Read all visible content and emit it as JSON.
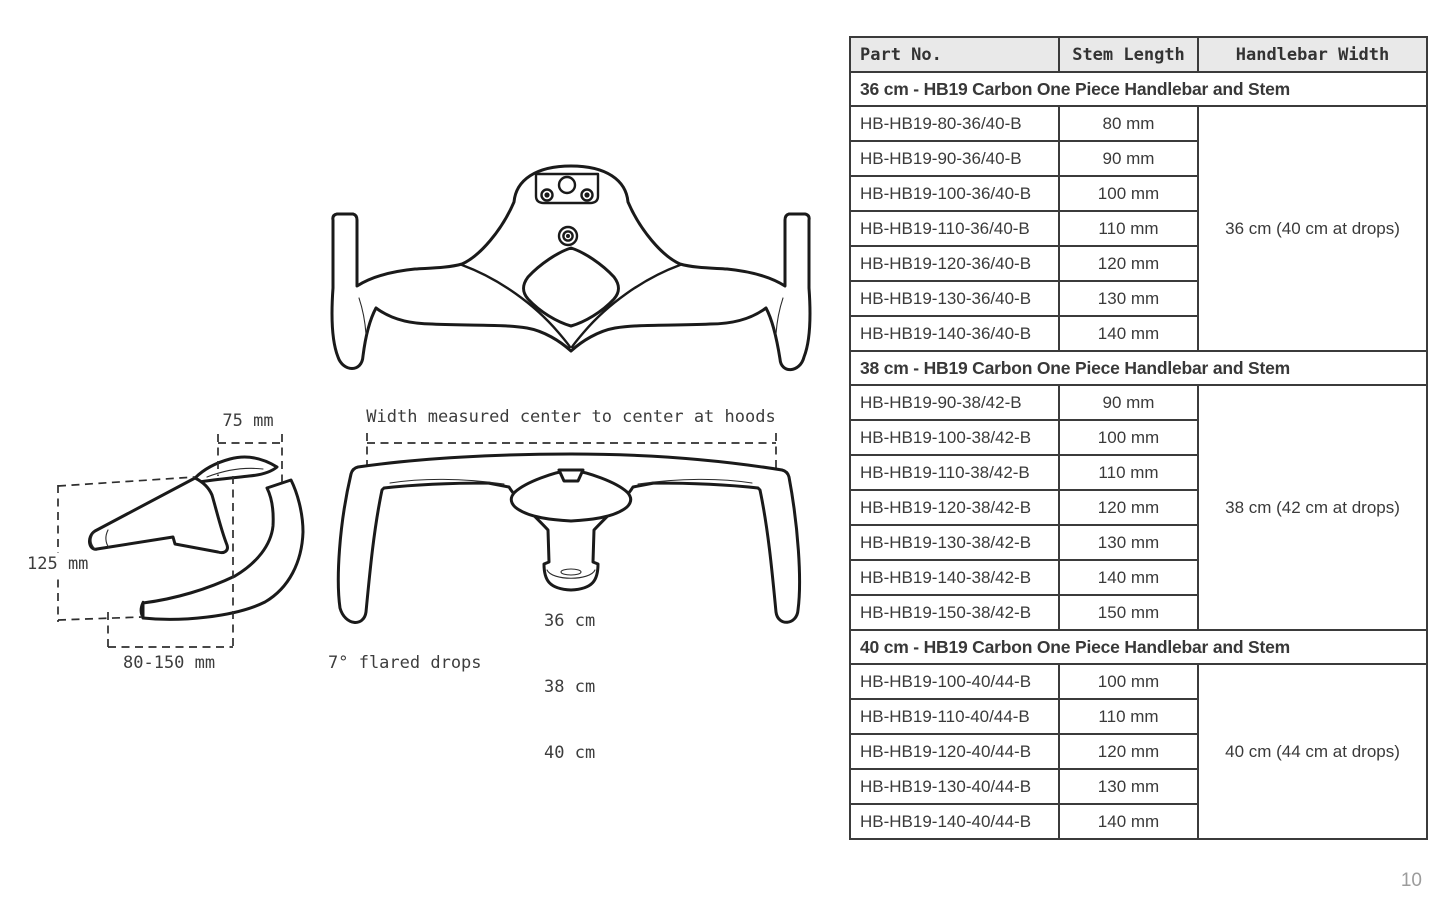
{
  "page": {
    "number": "10",
    "background": "#ffffff"
  },
  "diagram": {
    "line_color": "#1a1a1a",
    "dash_color": "#2e2e2e",
    "text_color": "#3d3d3d",
    "annotations": {
      "width_note": "Width measured center to center at hoods",
      "width_options": [
        "36 cm",
        "38 cm",
        "40 cm"
      ],
      "flare_note": "7° flared drops",
      "reach_dim": "75 mm",
      "drop_dim": "125 mm",
      "stem_range_dim": "80-150 mm"
    }
  },
  "table": {
    "border_color": "#3b3b3b",
    "header_bg": "#e9e9e9",
    "text_color": "#3a3a3a",
    "columns": [
      "Part No.",
      "Stem Length",
      "Handlebar Width"
    ],
    "sections": [
      {
        "title": "36 cm - HB19 Carbon One Piece Handlebar and Stem",
        "handlebar_width": "36 cm (40 cm at drops)",
        "rows": [
          [
            "HB-HB19-80-36/40-B",
            "80 mm"
          ],
          [
            "HB-HB19-90-36/40-B",
            "90 mm"
          ],
          [
            "HB-HB19-100-36/40-B",
            "100 mm"
          ],
          [
            "HB-HB19-110-36/40-B",
            "110 mm"
          ],
          [
            "HB-HB19-120-36/40-B",
            "120 mm"
          ],
          [
            "HB-HB19-130-36/40-B",
            "130 mm"
          ],
          [
            "HB-HB19-140-36/40-B",
            "140 mm"
          ]
        ]
      },
      {
        "title": "38 cm - HB19 Carbon One Piece Handlebar and Stem",
        "handlebar_width": "38 cm (42 cm at drops)",
        "rows": [
          [
            "HB-HB19-90-38/42-B",
            "90 mm"
          ],
          [
            "HB-HB19-100-38/42-B",
            "100 mm"
          ],
          [
            "HB-HB19-110-38/42-B",
            "110 mm"
          ],
          [
            "HB-HB19-120-38/42-B",
            "120 mm"
          ],
          [
            "HB-HB19-130-38/42-B",
            "130 mm"
          ],
          [
            "HB-HB19-140-38/42-B",
            "140 mm"
          ],
          [
            "HB-HB19-150-38/42-B",
            "150 mm"
          ]
        ]
      },
      {
        "title": "40 cm - HB19 Carbon One Piece Handlebar and Stem",
        "handlebar_width": "40 cm (44 cm at drops)",
        "rows": [
          [
            "HB-HB19-100-40/44-B",
            "100 mm"
          ],
          [
            "HB-HB19-110-40/44-B",
            "110 mm"
          ],
          [
            "HB-HB19-120-40/44-B",
            "120 mm"
          ],
          [
            "HB-HB19-130-40/44-B",
            "130 mm"
          ],
          [
            "HB-HB19-140-40/44-B",
            "140 mm"
          ]
        ]
      }
    ]
  }
}
